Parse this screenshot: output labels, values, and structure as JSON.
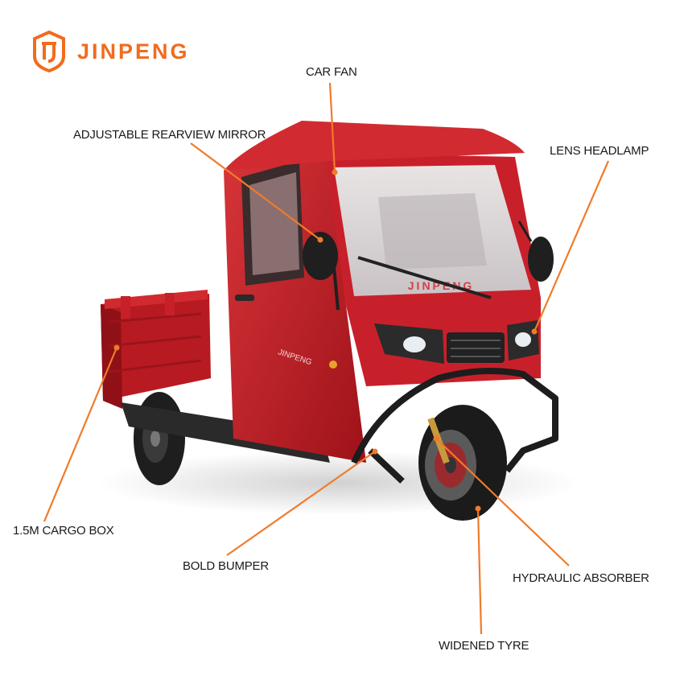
{
  "brand": {
    "name": "JINPENG",
    "color": "#f26b1d"
  },
  "callouts": [
    {
      "id": "car-fan",
      "text": "CAR FAN"
    },
    {
      "id": "adjustable-rearview-mirror",
      "text": "ADJUSTABLE REARVIEW MIRROR"
    },
    {
      "id": "lens-headlamp",
      "text": "LENS HEADLAMP"
    },
    {
      "id": "cargo-box",
      "text": "1.5M CARGO BOX"
    },
    {
      "id": "bold-bumper",
      "text": "BOLD BUMPER"
    },
    {
      "id": "hydraulic-absorber",
      "text": "HYDRAULIC ABSORBER"
    },
    {
      "id": "widened-tyre",
      "text": "WIDENED TYRE"
    }
  ],
  "vehicle": {
    "windshield_text": "JINPENG",
    "body_color": "#c8202a",
    "line_color": "#f07b2a"
  }
}
